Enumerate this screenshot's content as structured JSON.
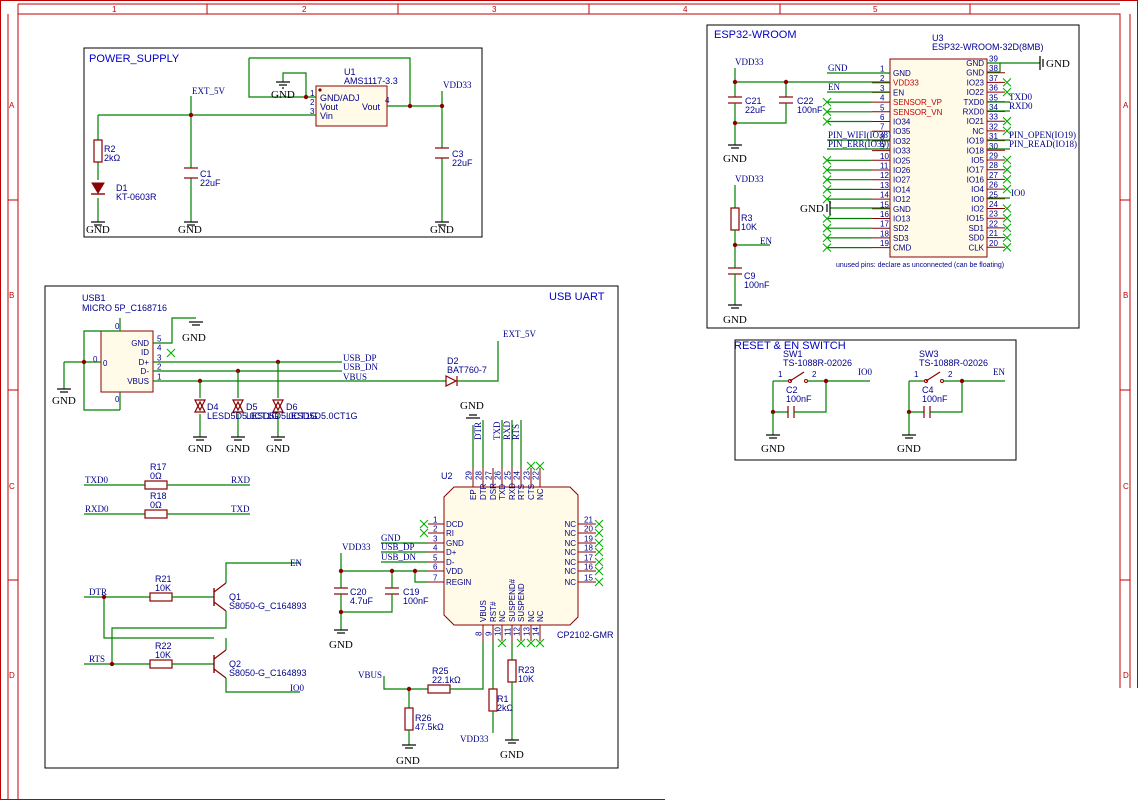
{
  "frame": {
    "cols": [
      "1",
      "2",
      "3",
      "4",
      "5"
    ],
    "rows": [
      "A",
      "B",
      "C",
      "D"
    ]
  },
  "power_supply": {
    "title": "POWER_SUPPLY",
    "u1_ref": "U1",
    "u1_val": "AMS1117-3.3",
    "u1_pin_gnd": "GND/ADJ",
    "u1_pin_vout": "Vout",
    "u1_pin_vin": "Vin",
    "u1_pin_vout_r": "Vout",
    "u1_n1": "1",
    "u1_n2": "2",
    "u1_n3": "3",
    "u1_n4": "4",
    "ext5v": "EXT_5V",
    "vdd33": "VDD33",
    "r2_ref": "R2",
    "r2_val": "2kΩ",
    "d1_ref": "D1",
    "d1_val": "KT-0603R",
    "c1_ref": "C1",
    "c1_val": "22uF",
    "c3_ref": "C3",
    "c3_val": "22uF",
    "gnd": "GND"
  },
  "esp32": {
    "title": "ESP32-WROOM",
    "u3_ref": "U3",
    "u3_val": "ESP32-WROOM-32D(8MB)",
    "left_pins": [
      {
        "n": "1",
        "name": "GND"
      },
      {
        "n": "2",
        "name": "VDD33"
      },
      {
        "n": "3",
        "name": "EN"
      },
      {
        "n": "4",
        "name": "SENSOR_VP"
      },
      {
        "n": "5",
        "name": "SENSOR_VN"
      },
      {
        "n": "6",
        "name": "IO34"
      },
      {
        "n": "7",
        "name": "IO35"
      },
      {
        "n": "8",
        "name": "IO32"
      },
      {
        "n": "9",
        "name": "IO33"
      },
      {
        "n": "10",
        "name": "IO25"
      },
      {
        "n": "11",
        "name": "IO26"
      },
      {
        "n": "12",
        "name": "IO27"
      },
      {
        "n": "13",
        "name": "IO14"
      },
      {
        "n": "14",
        "name": "IO12"
      },
      {
        "n": "15",
        "name": "GND"
      },
      {
        "n": "16",
        "name": "IO13"
      },
      {
        "n": "17",
        "name": "SD2"
      },
      {
        "n": "18",
        "name": "SD3"
      },
      {
        "n": "19",
        "name": "CMD"
      }
    ],
    "right_pins": [
      {
        "n": "39",
        "name": "GND"
      },
      {
        "n": "38",
        "name": "GND"
      },
      {
        "n": "37",
        "name": "IO23"
      },
      {
        "n": "36",
        "name": "IO22"
      },
      {
        "n": "35",
        "name": "TXD0"
      },
      {
        "n": "34",
        "name": "RXD0"
      },
      {
        "n": "33",
        "name": "IO21"
      },
      {
        "n": "32",
        "name": "NC"
      },
      {
        "n": "31",
        "name": "IO19"
      },
      {
        "n": "30",
        "name": "IO18"
      },
      {
        "n": "29",
        "name": "IO5"
      },
      {
        "n": "28",
        "name": "IO17"
      },
      {
        "n": "27",
        "name": "IO16"
      },
      {
        "n": "26",
        "name": "IO4"
      },
      {
        "n": "25",
        "name": "IO0"
      },
      {
        "n": "24",
        "name": "IO2"
      },
      {
        "n": "23",
        "name": "IO15"
      },
      {
        "n": "22",
        "name": "SD1"
      },
      {
        "n": "21",
        "name": "SD0"
      },
      {
        "n": "20",
        "name": "CLK"
      }
    ],
    "net_gnd": "GND",
    "net_en": "EN",
    "net_wifi": "PIN_WIFI(IO38)",
    "net_err": "PIN_ERR(IO39)",
    "net_txd0": "TXD0",
    "net_rxd0": "RXD0",
    "net_open": "PIN_OPEN(IO19)",
    "net_read": "PIN_READ(IO18)",
    "net_io0": "IO0",
    "vdd33": "VDD33",
    "c21_ref": "C21",
    "c21_val": "22uF",
    "c22_ref": "C22",
    "c22_val": "100nF",
    "r3_ref": "R3",
    "r3_val": "10K",
    "c9_ref": "C9",
    "c9_val": "100nF",
    "note": "unused pins: declare as unconnected (can be floating)"
  },
  "reset": {
    "title": "RESET & EN SWITCH",
    "sw1_ref": "SW1",
    "sw1_val": "TS-1088R-02026",
    "sw1_n1": "1",
    "sw1_n2": "2",
    "sw3_ref": "SW3",
    "sw3_val": "TS-1088R-02026",
    "sw3_n1": "1",
    "sw3_n2": "2",
    "c2_ref": "C2",
    "c2_val": "100nF",
    "c4_ref": "C4",
    "c4_val": "100nF",
    "io0": "IO0",
    "en": "EN",
    "gnd": "GND"
  },
  "usb_uart": {
    "title": "USB UART",
    "usb1_ref": "USB1",
    "usb1_val": "MICRO 5P_C168716",
    "usb_pins": [
      {
        "n": "5",
        "name": "GND"
      },
      {
        "n": "4",
        "name": "ID"
      },
      {
        "n": "3",
        "name": "D+"
      },
      {
        "n": "2",
        "name": "D-"
      },
      {
        "n": "1",
        "name": "VBUS"
      }
    ],
    "usb_zero": "0",
    "usb_dp": "USB_DP",
    "usb_dn": "USB_DN",
    "vbus": "VBUS",
    "ext5v": "EXT_5V",
    "d2_ref": "D2",
    "d2_val": "BAT760-7",
    "d4_ref": "D4",
    "d5_ref": "D5",
    "d6_ref": "D6",
    "d456_val": "LESD5D5.0CT1G",
    "r17_ref": "R17",
    "r17_val": "0Ω",
    "r18_ref": "R18",
    "r18_val": "0Ω",
    "txd0": "TXD0",
    "rxd0": "RXD0",
    "rxd": "RXD",
    "txd": "TXD",
    "r21_ref": "R21",
    "r21_val": "10K",
    "r22_ref": "R22",
    "r22_val": "10K",
    "q1_ref": "Q1",
    "q1_val": "S8050-G_C164893",
    "q2_ref": "Q2",
    "q2_val": "S8050-G_C164893",
    "en": "EN",
    "io0": "IO0",
    "dtr": "DTR",
    "rts": "RTS",
    "u2_ref": "U2",
    "u2_val": "CP2102-GMR",
    "u2_top": [
      {
        "n": "29",
        "name": "EP"
      },
      {
        "n": "28",
        "name": "DTR"
      },
      {
        "n": "27",
        "name": "DSR"
      },
      {
        "n": "26",
        "name": "TXD"
      },
      {
        "n": "25",
        "name": "RXD"
      },
      {
        "n": "24",
        "name": "RTS"
      },
      {
        "n": "23",
        "name": "CTS"
      },
      {
        "n": "22",
        "name": "NC"
      }
    ],
    "u2_left": [
      {
        "n": "1",
        "name": "DCD"
      },
      {
        "n": "2",
        "name": "RI"
      },
      {
        "n": "3",
        "name": "GND"
      },
      {
        "n": "4",
        "name": "D+"
      },
      {
        "n": "5",
        "name": "D-"
      },
      {
        "n": "6",
        "name": "VDD"
      },
      {
        "n": "7",
        "name": "REGIN"
      }
    ],
    "u2_right": [
      {
        "n": "21",
        "name": "NC"
      },
      {
        "n": "20",
        "name": "NC"
      },
      {
        "n": "19",
        "name": "NC"
      },
      {
        "n": "18",
        "name": "NC"
      },
      {
        "n": "17",
        "name": "NC"
      },
      {
        "n": "16",
        "name": "NC"
      },
      {
        "n": "15",
        "name": "NC"
      }
    ],
    "u2_bottom": [
      {
        "n": "8",
        "name": "VBUS"
      },
      {
        "n": "9",
        "name": "RST#"
      },
      {
        "n": "10",
        "name": "NC"
      },
      {
        "n": "11",
        "name": "SUSPEND#"
      },
      {
        "n": "12",
        "name": "SUSPEND"
      },
      {
        "n": "13",
        "name": "NC"
      },
      {
        "n": "14",
        "name": "NC"
      }
    ],
    "u2_net_dtr": "DTR",
    "u2_net_txd": "TXD",
    "u2_net_rxd": "RXD",
    "u2_net_rts": "RTS",
    "u2_net_gnd": "GND",
    "u2_net_usbdp": "USB_DP",
    "u2_net_usbdn": "USB_DN",
    "vdd33": "VDD33",
    "c20_ref": "C20",
    "c20_val": "4.7uF",
    "c19_ref": "C19",
    "c19_val": "100nF",
    "r25_ref": "R25",
    "r25_val": "22.1kΩ",
    "r26_ref": "R26",
    "r26_val": "47.5kΩ",
    "r1_ref": "R1",
    "r1_val": "2kΩ",
    "r23_ref": "R23",
    "r23_val": "10K",
    "gnd": "GND"
  }
}
